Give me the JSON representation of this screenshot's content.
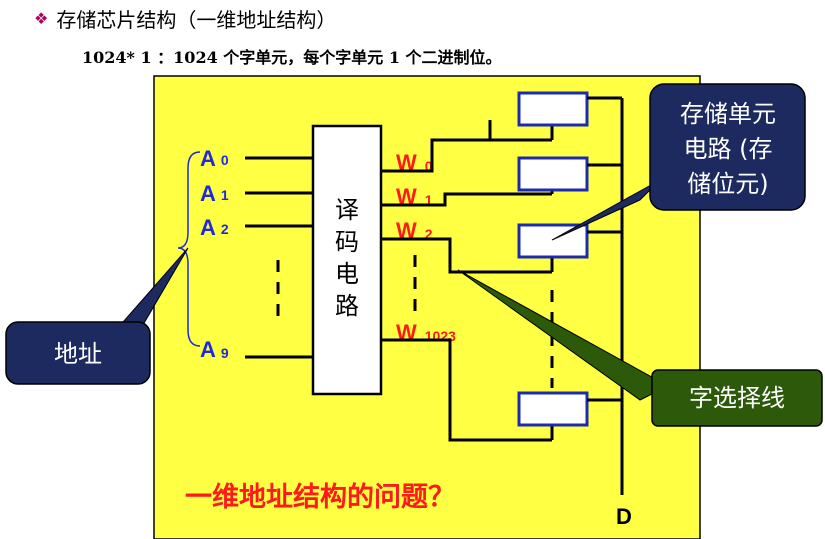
{
  "title": "存储芯片结构（一维地址结构）",
  "subtitle": "1024* 1 ：1024 个字单元，每个字单元  1 个二进制位。",
  "address_lines": [
    {
      "name": "A",
      "index": "0"
    },
    {
      "name": "A",
      "index": "1"
    },
    {
      "name": "A",
      "index": "2"
    },
    {
      "name": "A",
      "index": "9"
    }
  ],
  "decoder_label": [
    "译",
    "码",
    "电",
    "路"
  ],
  "word_lines": [
    {
      "name": "W",
      "index": "0"
    },
    {
      "name": "W",
      "index": "1"
    },
    {
      "name": "W",
      "index": "2"
    },
    {
      "name": "W",
      "index": "1023"
    }
  ],
  "callout_address": "地址",
  "callout_cell": [
    "存储单元",
    "电路 (存",
    "储位元)"
  ],
  "callout_word_select": "字选择线",
  "question": "一维地址结构的问题？",
  "data_line_label": "D",
  "colors": {
    "panel_bg": "#ffff44",
    "navy_callout": "#1c2a60",
    "green_callout": "#2d5a0a",
    "address_blue": "#1f2bd6",
    "word_red": "#ff1a1a",
    "question_red": "#ff1a1a"
  }
}
